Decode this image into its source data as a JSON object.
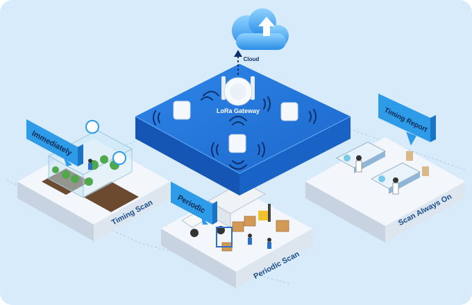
{
  "central": {
    "cloud_label": "Cloud",
    "gateway_label": "LoRa Gateway"
  },
  "scenarios": [
    {
      "title": "Immediately",
      "caption": "Timing Scan"
    },
    {
      "title": "Periodic",
      "caption": "Periodic Scan"
    },
    {
      "title": "Timing Report",
      "caption": "Scan Always On"
    }
  ],
  "colors": {
    "background": "#d7ebfb",
    "platform_blue": "#1f74d6",
    "bubble_blue": "#2d9be8",
    "text_dark": "#1a4c8c"
  }
}
